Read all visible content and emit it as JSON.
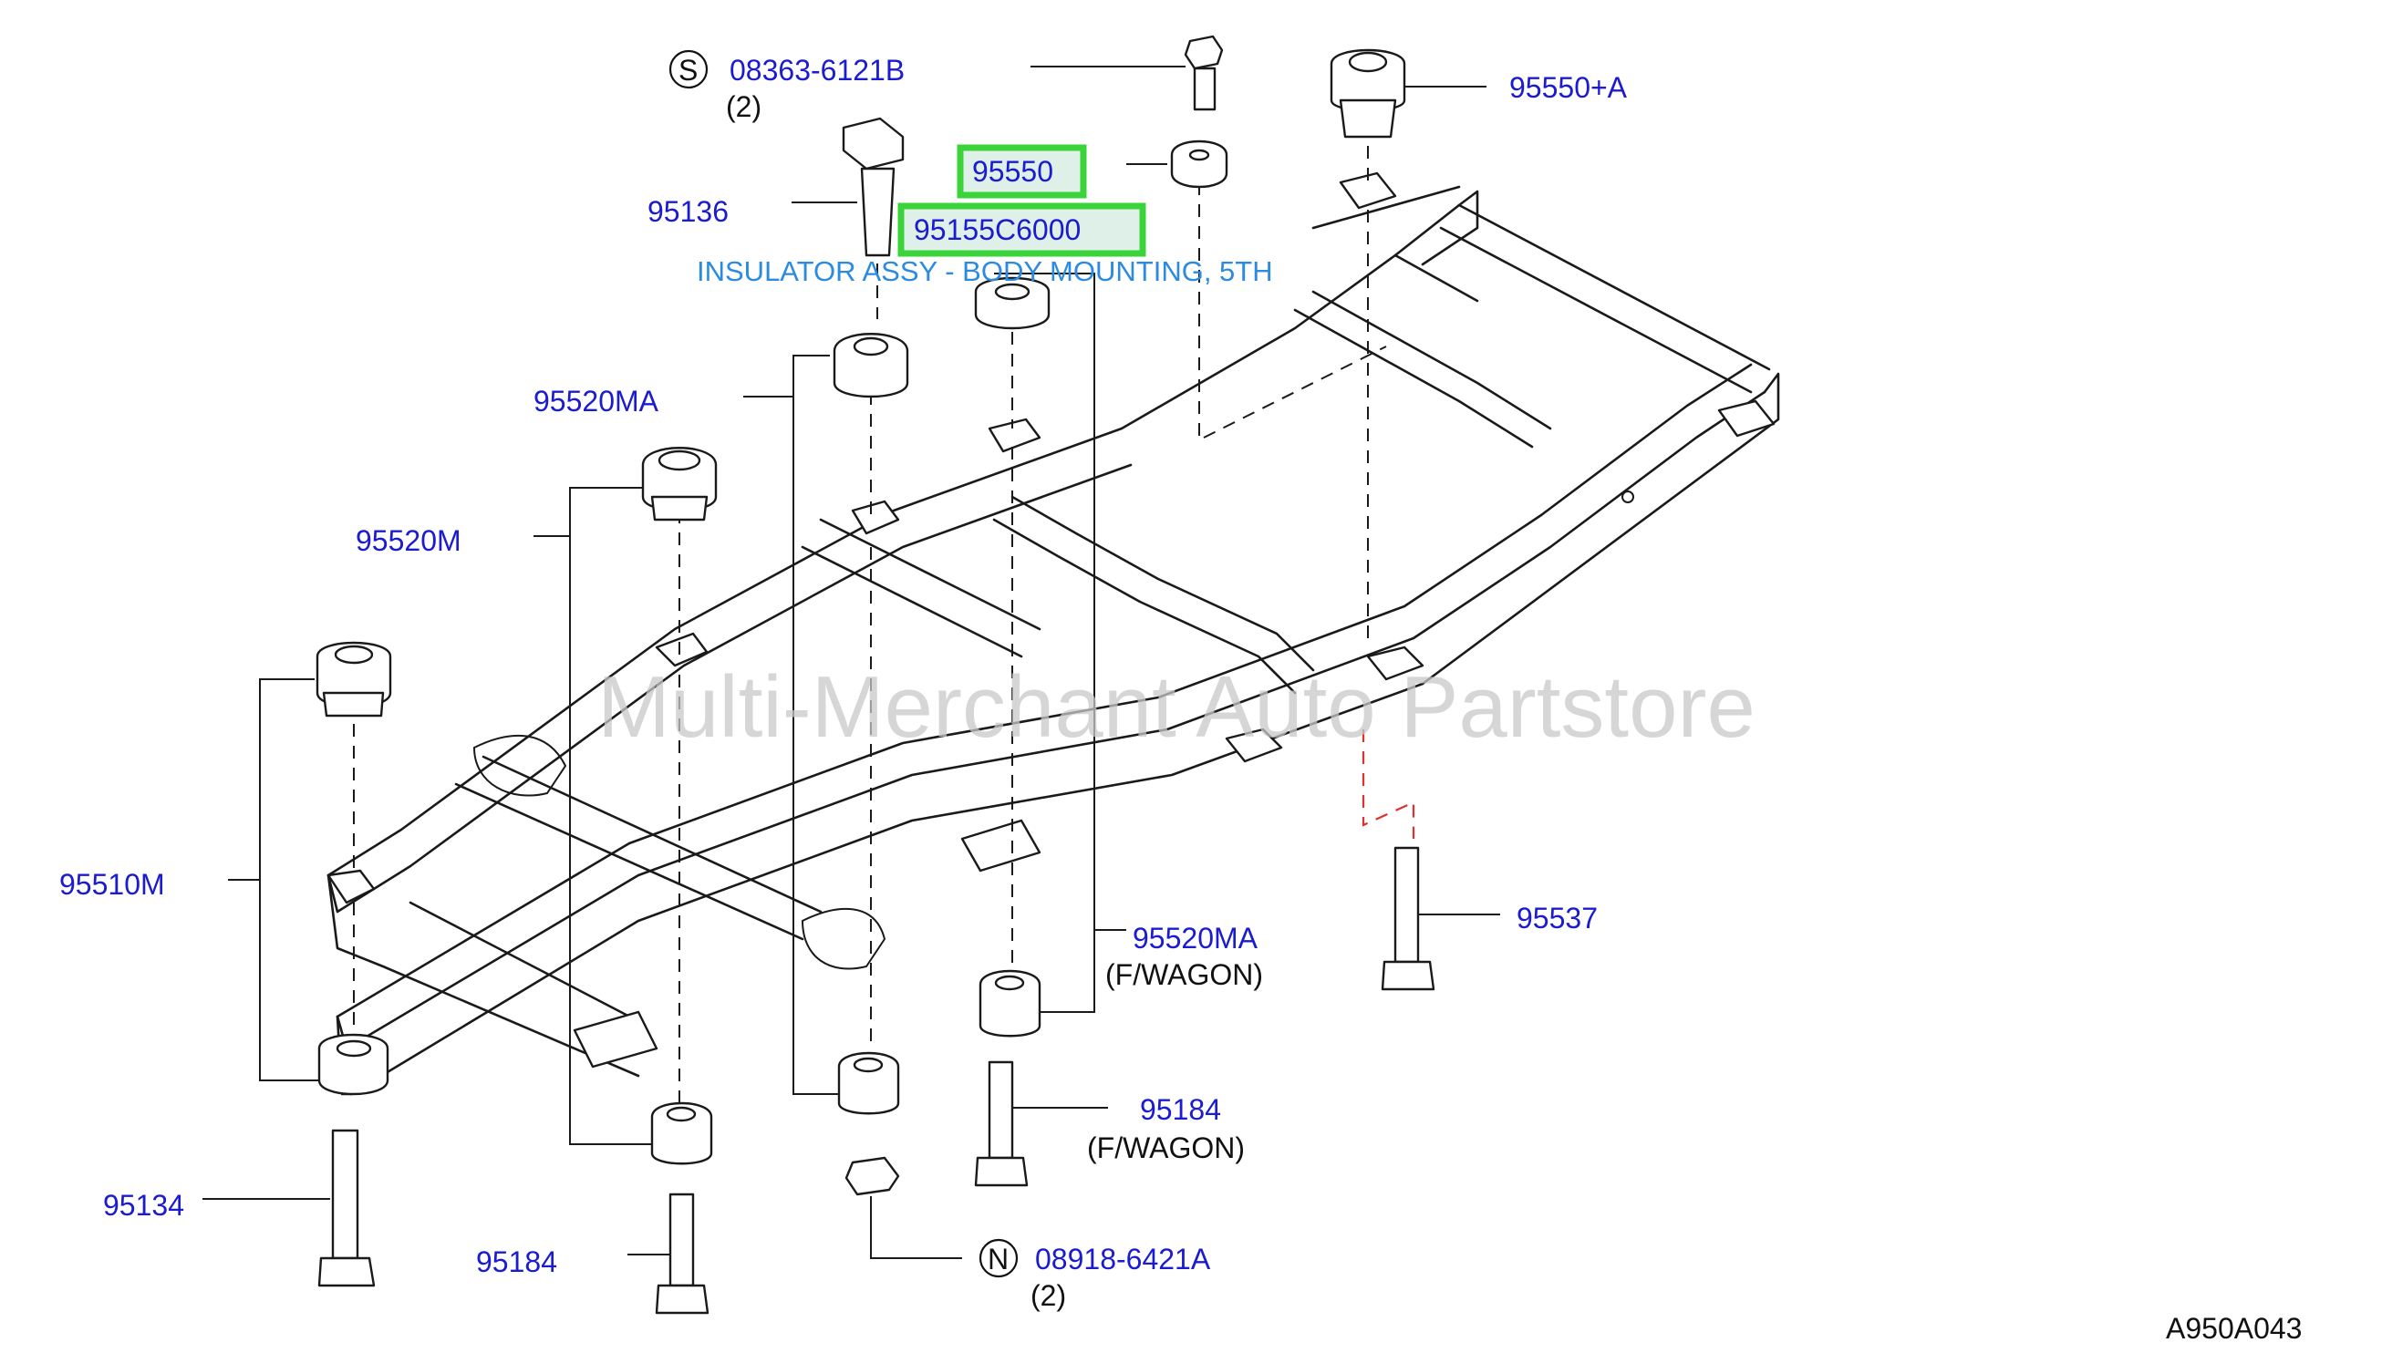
{
  "labels": {
    "bolt_s_part": "08363-6121B",
    "bolt_s_qty": "(2)",
    "bolt_s_symbol": "S",
    "insulator_upper_right": "95550+A",
    "washer_upper": "95550",
    "selected_part": "95155C6000",
    "selected_desc": "INSULATOR ASSY - BODY MOUNTING, 5TH",
    "bolt_upper": "95136",
    "insulator_ma_upper": "95520MA",
    "insulator_m": "95520M",
    "insulator_front": "95510M",
    "insulator_ma_lower": "95520MA",
    "insulator_ma_lower_note": "(F/WAGON)",
    "bolt_95537": "95537",
    "bolt_95184_right": "95184",
    "bolt_95184_right_note": "(F/WAGON)",
    "bolt_95134": "95134",
    "bolt_95184_left": "95184",
    "nut_n_part": "08918-6421A",
    "nut_n_qty": "(2)",
    "nut_n_symbol": "N",
    "diagram_ref": "A950A043"
  },
  "watermark": "Multi-Merchant Auto Partstore",
  "colors": {
    "part_label": "#1b1bd0",
    "highlight_border": "#3ad43a",
    "description": "#2a8be0",
    "watermark": "#c8c8c8",
    "hidden_line_red": "#e03030"
  }
}
